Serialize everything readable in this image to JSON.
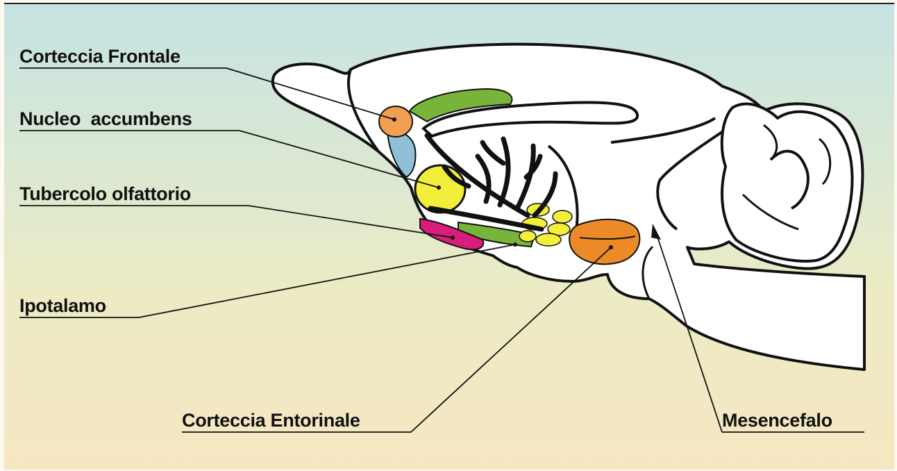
{
  "diagram": {
    "labels": {
      "corteccia_frontale": "Corteccia Frontale",
      "nucleo_accumbens": "Nucleo  accumbens",
      "tubercolo_olfattorio": "Tubercolo olfattorio",
      "ipotalamo": "Ipotalamo",
      "corteccia_entorinale": "Corteccia Entorinale",
      "mesencefalo": "Mesencefalo"
    },
    "colors": {
      "frontal_cortex": "#f0a050",
      "nucleus_accumbens": "#f2ee3a",
      "olfactory_tubercle": "#d81e7a",
      "entorhinal_cortex": "#ec8a28",
      "dopamine_pathway": "#78b43a",
      "septal_region": "#8fc0d8",
      "brain_outline": "#111111",
      "brain_fill": "#ffffff"
    }
  }
}
